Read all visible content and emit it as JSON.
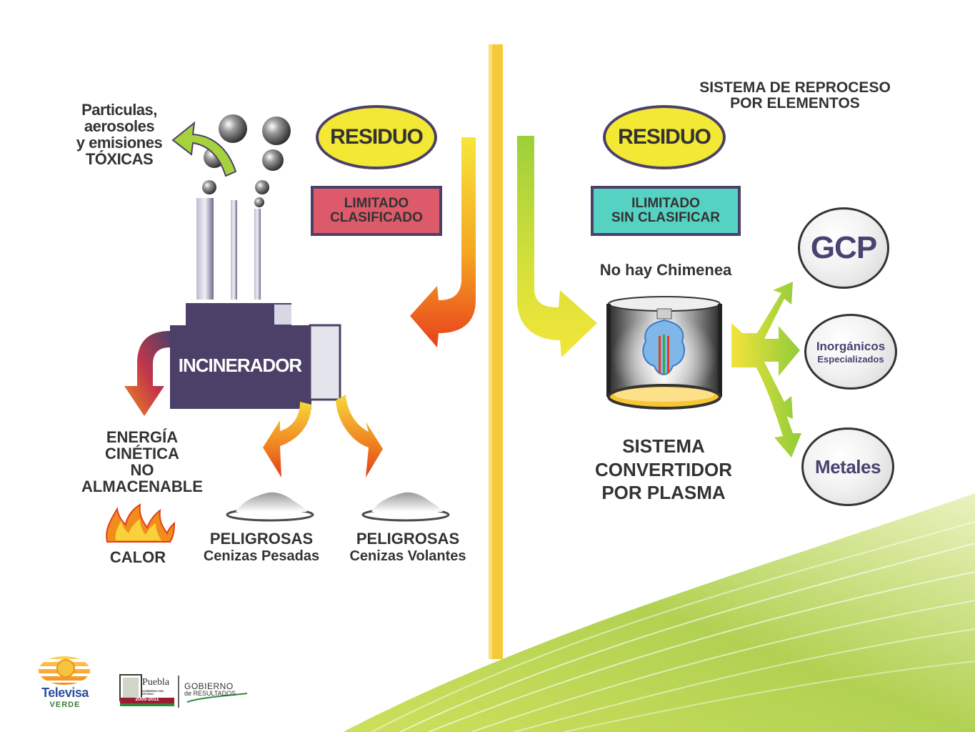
{
  "left": {
    "particles_lines": [
      "Particulas,",
      "aerosoles",
      "y emisiones",
      "TÓXICAS"
    ],
    "residuo": "RESIDUO",
    "limitado_lines": [
      "LIMITADO",
      "CLASIFICADO"
    ],
    "incinerador": "INCINERADOR",
    "energia_lines": [
      "ENERGÍA",
      "CINÉTICA",
      "NO ALMACENABLE"
    ],
    "calor": "CALOR",
    "peligrosas_1_title": "PELIGROSAS",
    "peligrosas_1_sub": "Cenizas Pesadas",
    "peligrosas_2_title": "PELIGROSAS",
    "peligrosas_2_sub": "Cenizas Volantes"
  },
  "right": {
    "system_title_lines": [
      "SISTEMA DE REPROCESO",
      "POR ELEMENTOS"
    ],
    "residuo": "RESIDUO",
    "ilimitado_lines": [
      "ILIMITADO",
      "SIN CLASIFICAR"
    ],
    "no_chimenea": "No hay Chimenea",
    "convertidor_lines": [
      "SISTEMA",
      "CONVERTIDOR",
      "POR PLASMA"
    ],
    "outputs": {
      "gcp": "GCP",
      "inorganicos": "Inorgánicos",
      "especializados": "Especializados",
      "metales": "Metales"
    }
  },
  "logos": {
    "televisa": "Televisa",
    "verde": "VERDE",
    "puebla": "Puebla",
    "puebla_small": "GOBIERNO DEL ESTADO",
    "puebla_years": "2005-2011",
    "gobierno": "GOBIERNO",
    "resultados": "de RESULTADOS"
  },
  "colors": {
    "yellow": "#f3e834",
    "navy": "#4c4068",
    "pink_box": "#dc5a6a",
    "teal_box": "#56d2c3",
    "divider": "#f5c93a",
    "green_wave": "#9bc53d"
  }
}
